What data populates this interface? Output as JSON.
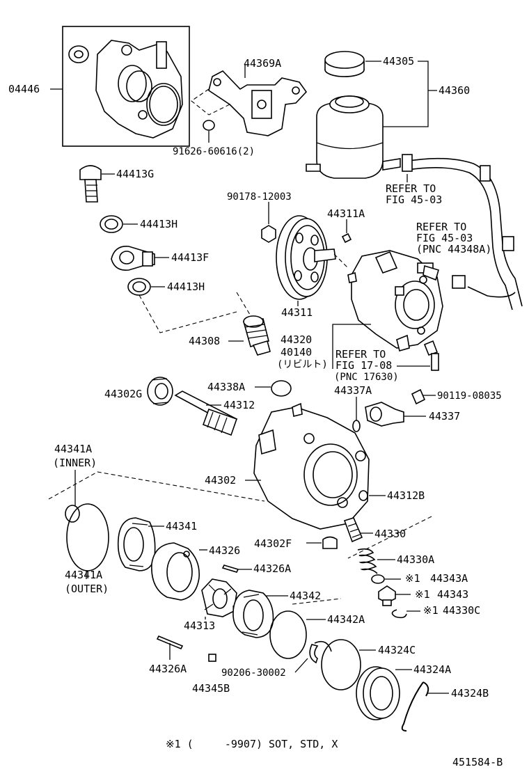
{
  "labels": {
    "p04446": "04446",
    "p44369A": "44369A",
    "p91626": "91626-60616(2)",
    "p44305": "44305",
    "p44360": "44360",
    "p44413G": "44413G",
    "p90178": "90178-12003",
    "p44311A": "44311A",
    "refer_45_03_a_1": "REFER TO",
    "refer_45_03_a_2": "FIG 45-03",
    "refer_45_03_b_1": "REFER TO",
    "refer_45_03_b_2": "FIG 45-03",
    "refer_45_03_b_3": "(PNC 44348A)",
    "p44413H_1": "44413H",
    "p44413F": "44413F",
    "p44413H_2": "44413H",
    "p44311": "44311",
    "p44308": "44308",
    "p44320": "44320",
    "p40140": "40140",
    "p40140_note": "(リビルト)",
    "refer_17_08_1": "REFER TO",
    "refer_17_08_2": "FIG 17-08",
    "refer_17_08_3": "(PNC 17630)",
    "p44302G": "44302G",
    "p44338A": "44338A",
    "p44312": "44312",
    "p44337A": "44337A",
    "p90119": "90119-08035",
    "p44337": "44337",
    "p44341A_inner_1": "44341A",
    "p44341A_inner_2": "(INNER)",
    "p44302": "44302",
    "p44312B": "44312B",
    "p44341": "44341",
    "p44330": "44330",
    "p44302F": "44302F",
    "p44326": "44326",
    "p44330A": "44330A",
    "p44326A_1": "44326A",
    "p44341A_outer_1": "44341A",
    "p44341A_outer_2": "(OUTER)",
    "mark1": "※1",
    "p44343A": "44343A",
    "p44342": "44342",
    "p44343": "44343",
    "p44330C": "44330C",
    "p44313": "44313",
    "p44342A": "44342A",
    "p44324C": "44324C",
    "p44326A_2": "44326A",
    "p90206": "90206-30002",
    "p44324A": "44324A",
    "p44345B": "44345B",
    "p44324B": "44324B",
    "footnote": "※1 (     -9907) SOT, STD, X",
    "figure_id": "451584-B"
  }
}
